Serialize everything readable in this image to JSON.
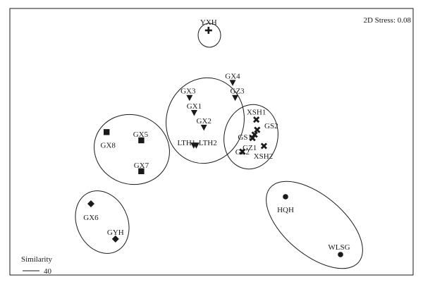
{
  "chart_data": {
    "type": "scatter",
    "subtype": "nMDS ordination",
    "stress_label": "2D Stress: 0.08",
    "similarity_label": "Similarity",
    "similarity_value": "40",
    "axes_visible": false,
    "grid": false,
    "legend": "none",
    "colors": {
      "ink": "#1a1a1a",
      "background": "#ffffff"
    },
    "groups": [
      {
        "marker": "cross",
        "points": [
          {
            "label": "YXH",
            "x": 0.493,
            "y": 0.107
          }
        ]
      },
      {
        "marker": "triangle-down",
        "points": [
          {
            "label": "GX4",
            "x": 0.55,
            "y": 0.292
          },
          {
            "label": "GX3",
            "x": 0.448,
            "y": 0.345
          },
          {
            "label": "GZ3",
            "x": 0.556,
            "y": 0.345
          },
          {
            "label": "GX1",
            "x": 0.459,
            "y": 0.398
          },
          {
            "label": "GX2",
            "x": 0.482,
            "y": 0.45
          },
          {
            "label": "LTH1",
            "x": 0.464,
            "y": 0.513
          },
          {
            "label": "LTH2",
            "x": 0.458,
            "y": 0.513
          }
        ]
      },
      {
        "marker": "x",
        "points": [
          {
            "label": "XSH1",
            "x": 0.606,
            "y": 0.422
          },
          {
            "label": "GS2",
            "x": 0.608,
            "y": 0.458
          },
          {
            "label": "GS1",
            "x": 0.602,
            "y": 0.475
          },
          {
            "label": "GZ1",
            "x": 0.597,
            "y": 0.487
          },
          {
            "label": "GZ2",
            "x": 0.573,
            "y": 0.535
          },
          {
            "label": "XSH2",
            "x": 0.624,
            "y": 0.515
          }
        ]
      },
      {
        "marker": "square",
        "points": [
          {
            "label": "GX8",
            "x": 0.252,
            "y": 0.466
          },
          {
            "label": "GX5",
            "x": 0.334,
            "y": 0.495
          },
          {
            "label": "GX7",
            "x": 0.334,
            "y": 0.604
          }
        ]
      },
      {
        "marker": "diamond",
        "points": [
          {
            "label": "GX6",
            "x": 0.215,
            "y": 0.719
          },
          {
            "label": "GYH",
            "x": 0.273,
            "y": 0.843
          }
        ]
      },
      {
        "marker": "circle",
        "points": [
          {
            "label": "HQH",
            "x": 0.675,
            "y": 0.694
          },
          {
            "label": "WLSG",
            "x": 0.805,
            "y": 0.898
          }
        ]
      }
    ]
  }
}
